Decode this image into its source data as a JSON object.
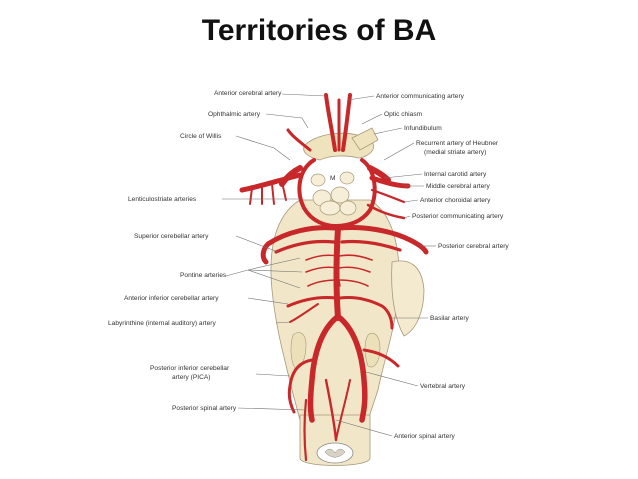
{
  "title": "Territories of BA",
  "labels": {
    "anterior_cerebral": "Anterior cerebral artery",
    "ophthalmic": "Ophthalmic artery",
    "circle_of_willis": "Circle of Willis",
    "lenticulostriate": "Lenticulostriate arteries",
    "superior_cerebellar": "Superior cerebellar artery",
    "pontine": "Pontine arteries",
    "aica": "Anterior inferior cerebellar artery",
    "labyrinthine": "Labyrinthine (internal auditory) artery",
    "pica_line1": "Posterior inferior cerebellar",
    "pica_line2": "artery (PICA)",
    "posterior_spinal": "Posterior spinal artery",
    "anterior_communicating": "Anterior communicating artery",
    "optic_chiasm": "Optic chiasm",
    "infundibulum": "Infundibulum",
    "heubner_line1": "Recurrent artery of Heubner",
    "heubner_line2": "(medial striate artery)",
    "internal_carotid": "Internal carotid artery",
    "middle_cerebral": "Middle cerebral artery",
    "anterior_choroidal": "Anterior choroidal artery",
    "posterior_communicating": "Posterior communicating artery",
    "posterior_cerebral": "Posterior cerebral artery",
    "basilar": "Basilar artery",
    "vertebral": "Vertebral artery",
    "anterior_spinal": "Anterior spinal artery"
  },
  "structure_marks": {
    "mammillary": "M"
  },
  "colors": {
    "artery": "#c8282a",
    "brainstem": "#f1e7c8",
    "leader": "#6e6e6e"
  }
}
